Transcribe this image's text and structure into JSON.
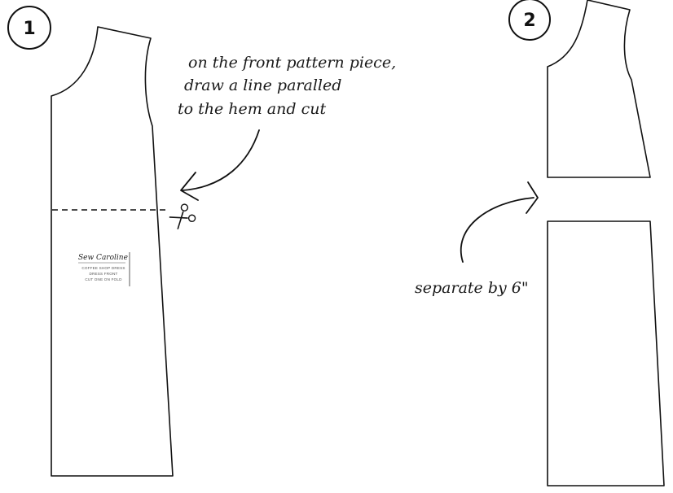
{
  "steps": [
    {
      "number": "1",
      "annotation": [
        "on the front pattern piece,",
        "draw a line paralled",
        "to the hem and cut"
      ]
    },
    {
      "number": "2",
      "annotation": [
        "separate by 6\""
      ]
    }
  ],
  "pattern_label": {
    "brand": "Sew Caroline",
    "lines": [
      "COFFEE SHOP DRESS",
      "DRESS FRONT",
      "CUT ONE ON FOLD"
    ]
  },
  "icons": {
    "scissors": "scissors-icon"
  },
  "colors": {
    "stroke": "#111111",
    "background": "#ffffff"
  }
}
